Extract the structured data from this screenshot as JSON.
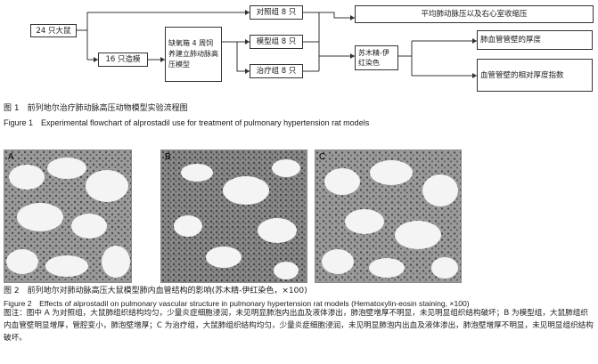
{
  "flowchart": {
    "rats": "24 只大鼠",
    "model": "16 只造模",
    "hypoxia": "缺氧箱 4 周饲养建立肺动脉高压模型",
    "control": "对照组 8 只",
    "model_group": "模型组 8 只",
    "treatment": "治疗组 8 只",
    "pressure": "平均肺动脉压以及右心室收缩压",
    "stain": "苏木精-伊红染色",
    "thickness": "肺血管管壁的厚度",
    "index": "血管管壁的相对厚度指数"
  },
  "figure1": {
    "caption_cn": "图 1　前列地尔治疗肺动脉高压动物模型实验流程图",
    "caption_en": "Figure 1　Experimental flowchart of alprostadil use for treatment of pulmonary hypertension rat models"
  },
  "figure2": {
    "panels": [
      "A",
      "B",
      "C"
    ],
    "caption_cn": "图 2　前列地尔对肺动脉高压大鼠模型肺内血管结构的影响(苏木精-伊红染色，×100)",
    "caption_en": "Figure 2　Effects of alprostadil on pulmonary vascular structure in pulmonary hypertension rat models (Hematoxylin-eosin staining, ×100)",
    "note": "图注：图中 A 为对照组，大鼠肺组织结构均匀，少量炎症细胞浸润，未见明显肺泡内出血及液体渗出，肺泡壁增厚不明显，未见明显组织结构破坏；B 为模型组，大鼠肺组织内血管壁明显增厚，管腔变小，肺泡壁增厚；C 为治疗组，大鼠肺组织结构均匀，少量炎症细胞浸润，未见明显肺泡内出血及液体渗出，肺泡壁增厚不明显，未见明显组织结构破坏。"
  }
}
